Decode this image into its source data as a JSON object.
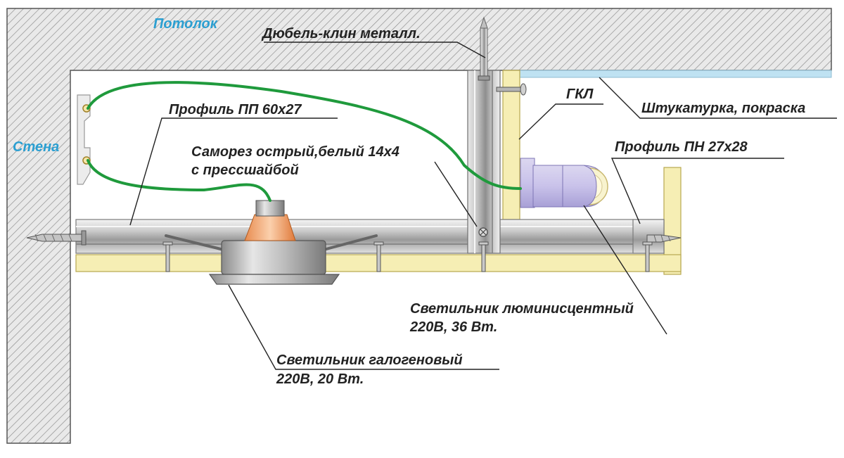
{
  "labels": {
    "ceiling": "Потолок",
    "wall": "Стена",
    "dowel": "Дюбель-клин металл.",
    "gkl": "ГКЛ",
    "plaster": "Штукатурка, покраска",
    "profile_pp": "Профиль ПП 60х27",
    "profile_pn": "Профиль ПН 27х28",
    "screw_line1": "Саморез острый,белый 14х4",
    "screw_line2": "с прессшайбой",
    "fluor_line1": "Светильник люминисцентный",
    "fluor_line2": "220В, 36 Вт.",
    "halogen_line1": "Светильник галогеновый",
    "halogen_line2": "220В, 20 Вт."
  },
  "colors": {
    "hatch_bg": "#e8e8e8",
    "hatch_line": "#8a8a8a",
    "board": "#f6eeb4",
    "board_edge": "#b8a850",
    "wire": "#1f9a3c",
    "plaster": "#bfe2f2",
    "blue_label": "#2b9fd1",
    "lamp_orange": "#f3a26a"
  }
}
